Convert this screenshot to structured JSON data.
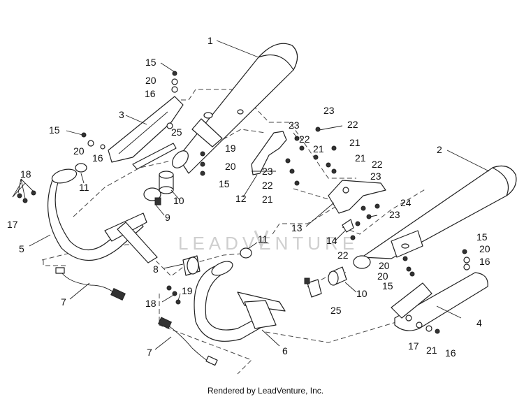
{
  "footer": "Rendered by LeadVenture, Inc.",
  "watermark": "LEADVENTURE",
  "callouts": [
    {
      "id": "c1",
      "text": "1"
    },
    {
      "id": "c2",
      "text": "2"
    },
    {
      "id": "c3",
      "text": "3"
    },
    {
      "id": "c4",
      "text": "4"
    },
    {
      "id": "c5",
      "text": "5"
    },
    {
      "id": "c6",
      "text": "6"
    },
    {
      "id": "c7a",
      "text": "7"
    },
    {
      "id": "c7b",
      "text": "7"
    },
    {
      "id": "c8",
      "text": "8"
    },
    {
      "id": "c9",
      "text": "9"
    },
    {
      "id": "c10a",
      "text": "10"
    },
    {
      "id": "c10b",
      "text": "10"
    },
    {
      "id": "c11a",
      "text": "11"
    },
    {
      "id": "c11b",
      "text": "11"
    },
    {
      "id": "c12",
      "text": "12"
    },
    {
      "id": "c13",
      "text": "13"
    },
    {
      "id": "c14",
      "text": "14"
    },
    {
      "id": "c15a",
      "text": "15"
    },
    {
      "id": "c15b",
      "text": "15"
    },
    {
      "id": "c15c",
      "text": "15"
    },
    {
      "id": "c15d",
      "text": "15"
    },
    {
      "id": "c15e",
      "text": "15"
    },
    {
      "id": "c16a",
      "text": "16"
    },
    {
      "id": "c16b",
      "text": "16"
    },
    {
      "id": "c16c",
      "text": "16"
    },
    {
      "id": "c16d",
      "text": "16"
    },
    {
      "id": "c17a",
      "text": "17"
    },
    {
      "id": "c17b",
      "text": "17"
    },
    {
      "id": "c18a",
      "text": "18"
    },
    {
      "id": "c18b",
      "text": "18"
    },
    {
      "id": "c19a",
      "text": "19"
    },
    {
      "id": "c19b",
      "text": "19"
    },
    {
      "id": "c20a",
      "text": "20"
    },
    {
      "id": "c20b",
      "text": "20"
    },
    {
      "id": "c20c",
      "text": "20"
    },
    {
      "id": "c20d",
      "text": "20"
    },
    {
      "id": "c20e",
      "text": "20"
    },
    {
      "id": "c20f",
      "text": "20"
    },
    {
      "id": "c21a",
      "text": "21"
    },
    {
      "id": "c21b",
      "text": "21"
    },
    {
      "id": "c21c",
      "text": "21"
    },
    {
      "id": "c21d",
      "text": "21"
    },
    {
      "id": "c21e",
      "text": "21"
    },
    {
      "id": "c22a",
      "text": "22"
    },
    {
      "id": "c22b",
      "text": "22"
    },
    {
      "id": "c22c",
      "text": "22"
    },
    {
      "id": "c22d",
      "text": "22"
    },
    {
      "id": "c22e",
      "text": "22"
    },
    {
      "id": "c23a",
      "text": "23"
    },
    {
      "id": "c23b",
      "text": "23"
    },
    {
      "id": "c23c",
      "text": "23"
    },
    {
      "id": "c23d",
      "text": "23"
    },
    {
      "id": "c23e",
      "text": "23"
    },
    {
      "id": "c24",
      "text": "24"
    },
    {
      "id": "c25a",
      "text": "25"
    },
    {
      "id": "c25b",
      "text": "25"
    }
  ]
}
